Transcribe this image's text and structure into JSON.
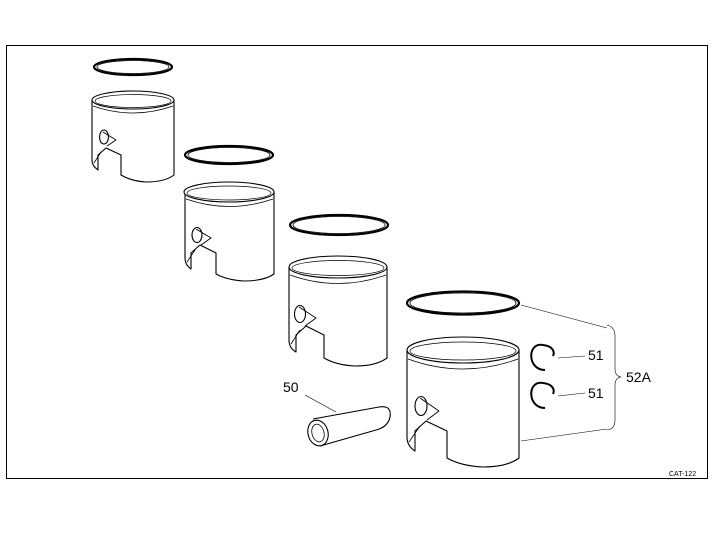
{
  "callouts": {
    "piston_pin": "50",
    "circlip_top": "51",
    "circlip_bottom": "51",
    "piston_kit": "52A"
  },
  "catalog_code": "CAT-122"
}
